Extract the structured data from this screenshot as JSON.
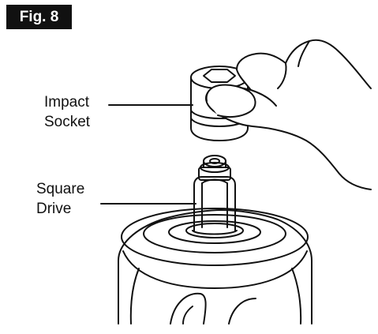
{
  "figure": {
    "label": "Fig. 8"
  },
  "callouts": {
    "impact_socket": [
      "Impact",
      "Socket"
    ],
    "square_drive": [
      "Square",
      "Drive"
    ]
  },
  "colors": {
    "ink": "#111111",
    "background": "#ffffff",
    "badge_fill": "#111111",
    "badge_text": "#ffffff"
  },
  "icons": [
    "hand-illustration",
    "impact-socket-illustration",
    "square-drive-illustration",
    "impact-wrench-illustration"
  ]
}
